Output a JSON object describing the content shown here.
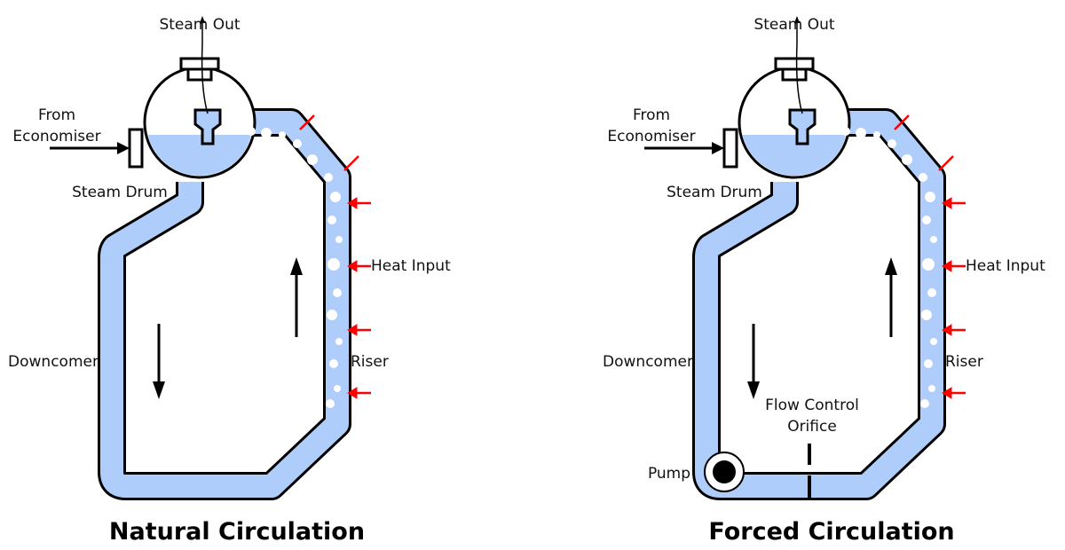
{
  "colors": {
    "water": "#aecdfb",
    "outline": "#000000",
    "heat_arrow": "#ff0000",
    "bubble": "#ffffff"
  },
  "diagrams": [
    {
      "id": "natural",
      "title": "Natural Circulation",
      "labels": {
        "steam_out": "Steam Out",
        "from_economiser_line1": "From",
        "from_economiser_line2": "Economiser",
        "steam_drum": "Steam Drum",
        "downcomer": "Downcomer",
        "riser": "Riser",
        "heat_input": "Heat Input"
      }
    },
    {
      "id": "forced",
      "title": "Forced Circulation",
      "labels": {
        "steam_out": "Steam Out",
        "from_economiser_line1": "From",
        "from_economiser_line2": "Economiser",
        "steam_drum": "Steam Drum",
        "downcomer": "Downcomer",
        "riser": "Riser",
        "heat_input": "Heat Input",
        "flow_control_line1": "Flow Control",
        "flow_control_line2": "Orifice",
        "pump": "Pump"
      }
    }
  ]
}
